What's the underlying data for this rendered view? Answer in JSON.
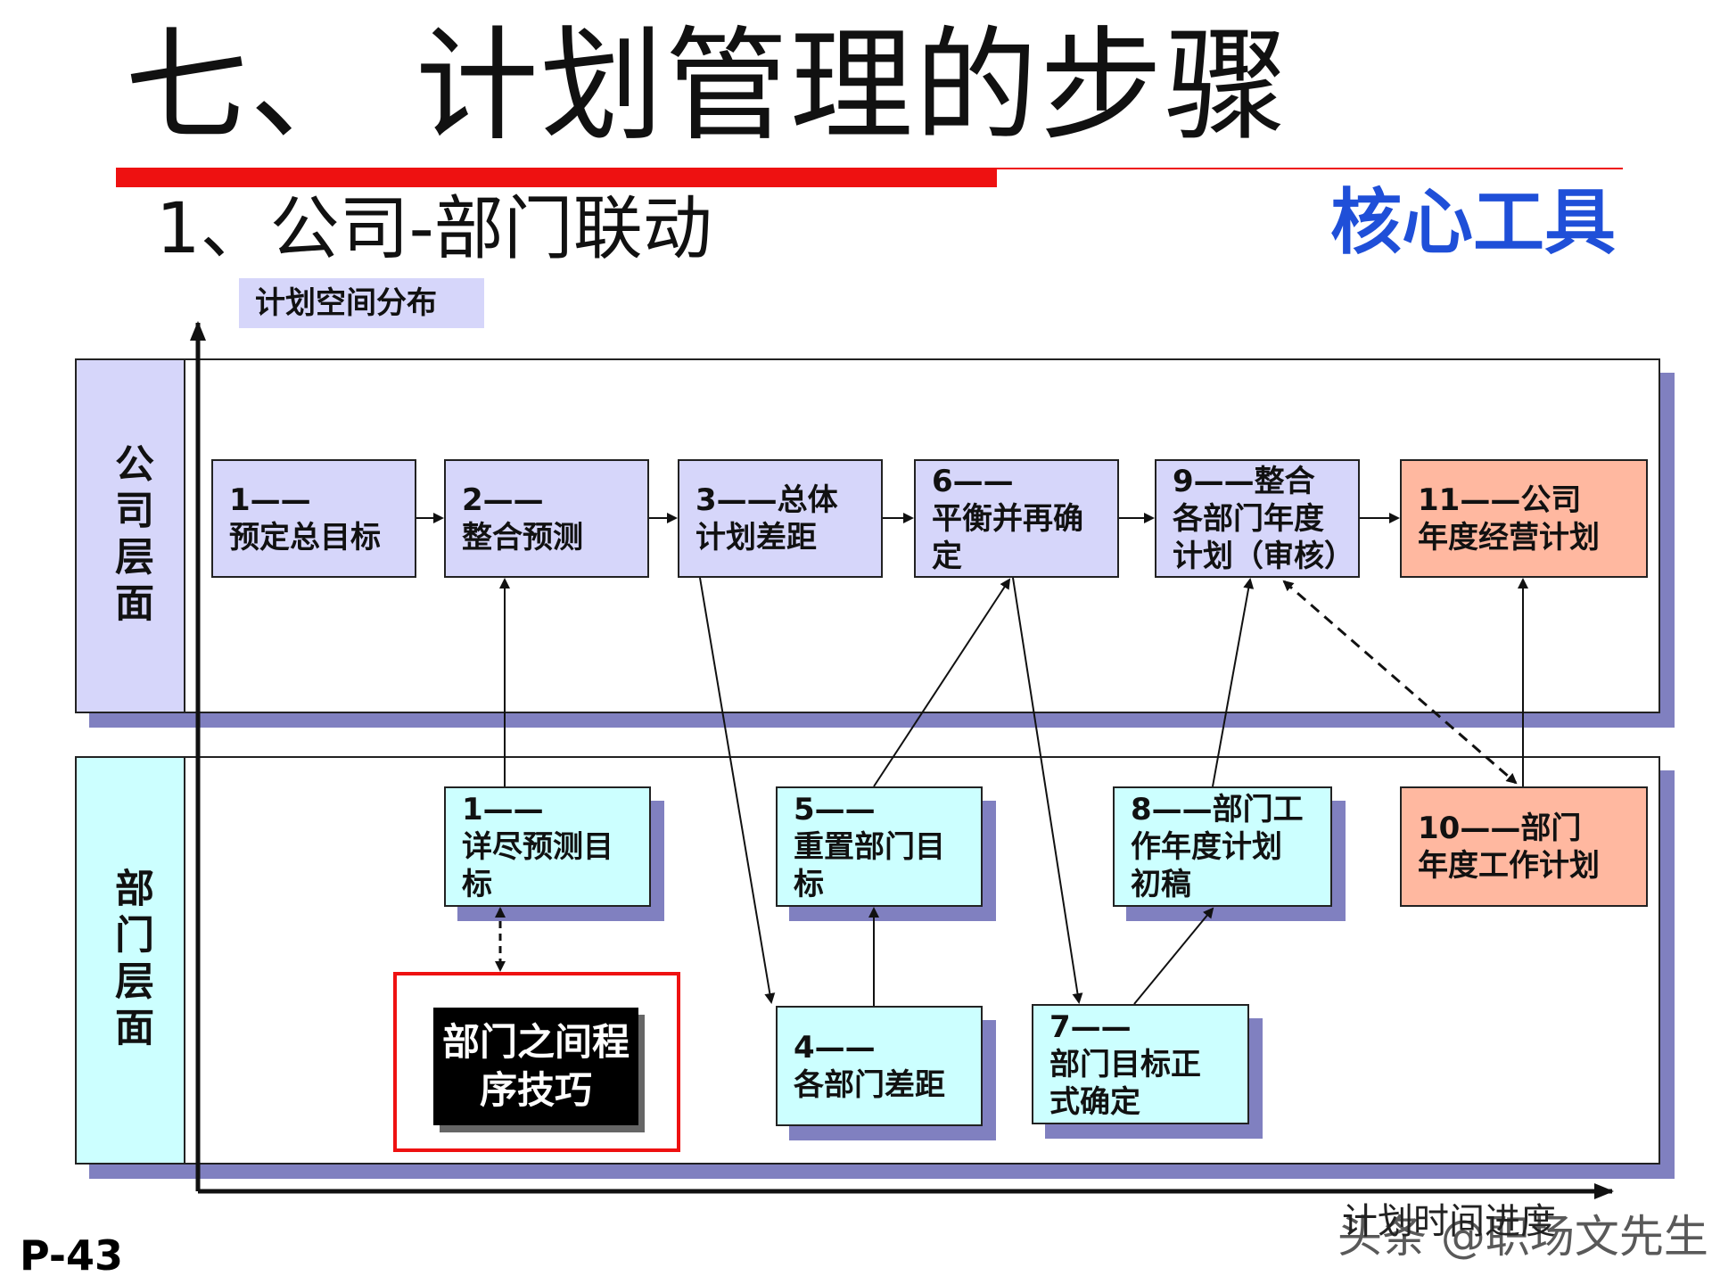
{
  "header": {
    "title": "七、 计划管理的步骤",
    "subtitle": "1、公司-部门联动",
    "core_tool": "核心工具"
  },
  "diagram": {
    "y_axis_label": "计划空间分布",
    "x_axis_label": "计划时间进度",
    "company_level": "公司层面",
    "department_level": "部门层面",
    "steps": {
      "s1": "1——|预定总目标",
      "s2": "2——|整合预测",
      "s3": "3——总体|计划差距",
      "s6": "6——|平衡并再确|定",
      "s9": "9——整合|各部门年度|计划（审核）",
      "s11": "11——公司|年度经营计划",
      "d1": "1——|详尽预测目|标",
      "d5": "5——|重置部门目|标",
      "d8": "8——部门工|作年度计划|初稿",
      "d10": "10——部门|年度工作计划",
      "d4": "4——|各部门差距",
      "d7": "7——|部门目标正|式确定"
    },
    "skill_box": "部门之间|程序技巧"
  },
  "footer": {
    "page_number": "P-43",
    "watermark": "头条 @职场文先生"
  },
  "colors": {
    "accent_red": "#ee1111",
    "core_blue": "#1f4fd8",
    "lavender": "#d6d6fa",
    "cyan": "#ccffff",
    "salmon": "#ffb8a0",
    "shadow": "#8080c0"
  }
}
